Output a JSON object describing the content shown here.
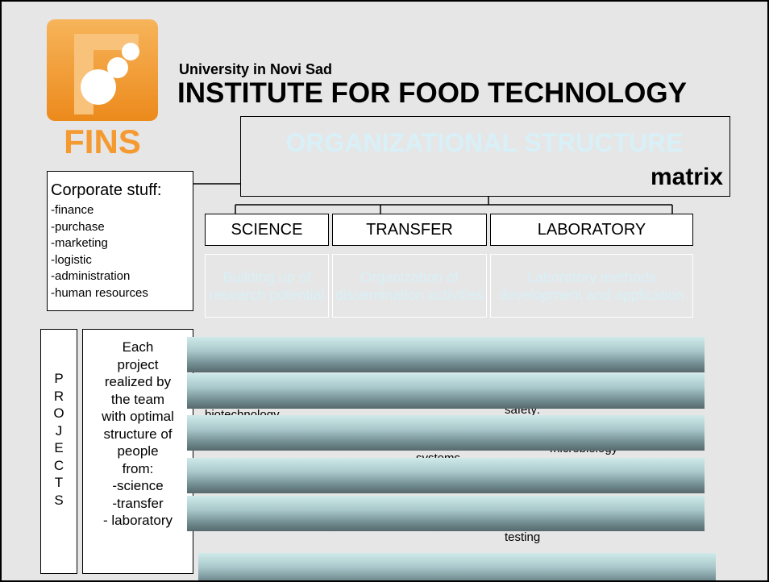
{
  "header": {
    "logo_text": "FINS",
    "university": "University in Novi Sad",
    "institute": "INSTITUTE FOR FOOD TECHNOLOGY"
  },
  "org": {
    "title": "ORGANIZATIONAL STRUCTURE",
    "subtitle": "matrix"
  },
  "corporate": {
    "title": "Corporate stuff:",
    "items": [
      "-finance",
      "-purchase",
      "-marketing",
      "-logistic",
      "-administration",
      "-human resources"
    ]
  },
  "columns": [
    {
      "name": "SCIENCE",
      "desc": "Building up of research potential"
    },
    {
      "name": "TRANSFER",
      "desc": "Organization of dissemination activities"
    },
    {
      "name": "LABORATORY",
      "desc": "Laboratory methods development and application"
    }
  ],
  "projects": {
    "vertical_label": "P R O J E C T S",
    "team_text": [
      "Each",
      "project",
      "realized by",
      "the team",
      "with optimal",
      "structure of",
      "people",
      "from:",
      "-science",
      "-transfer",
      "- laboratory"
    ]
  },
  "partially_visible": {
    "t1": "biotechnology",
    "t2": "systems",
    "t3": "safety:",
    "t4": "microbiology",
    "t5": "testing"
  },
  "colors": {
    "slide_bg": "#e6e6e6",
    "logo_orange": "#f49a30",
    "pale_text": "#d8f0f7"
  }
}
